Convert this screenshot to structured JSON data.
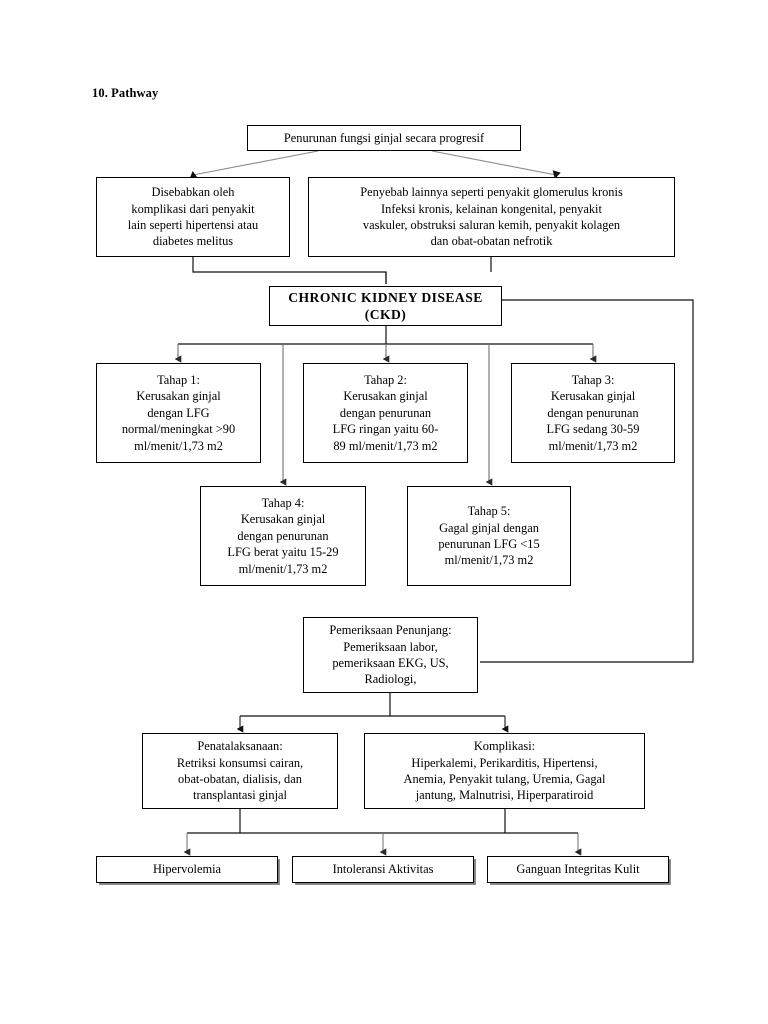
{
  "page": {
    "section_title": "10. Pathway"
  },
  "nodes": {
    "root": {
      "name": "root-cause",
      "lines": [
        "Penurunan fungsi ginjal secara progresif"
      ]
    },
    "cause_a": {
      "name": "cause-comorbid",
      "lines": [
        "Disebabkan oleh",
        "komplikasi dari penyakit",
        "lain seperti hipertensi atau",
        "diabetes melitus"
      ]
    },
    "cause_b": {
      "name": "cause-other",
      "lines": [
        "Penyebab lainnya seperti penyakit glomerulus kronis",
        "Infeksi kronis, kelainan kongenital, penyakit",
        "vaskuler, obstruksi saluran kemih, penyakit kolagen",
        "dan obat-obatan nefrotik"
      ]
    },
    "ckd": {
      "name": "chronic-kidney-disease",
      "lines": [
        "CHRONIC KIDNEY DISEASE",
        "(CKD)"
      ]
    },
    "stage1": {
      "name": "stage-1",
      "lines": [
        "Tahap 1:",
        "Kerusakan ginjal",
        "dengan LFG",
        "normal/meningkat >90",
        "ml/menit/1,73 m2"
      ]
    },
    "stage2": {
      "name": "stage-2",
      "lines": [
        "Tahap 2:",
        "Kerusakan ginjal",
        "dengan penurunan",
        "LFG ringan yaitu 60-",
        "89 ml/menit/1,73 m2"
      ]
    },
    "stage3": {
      "name": "stage-3",
      "lines": [
        "Tahap 3:",
        "Kerusakan ginjal",
        "dengan penurunan",
        "LFG sedang 30-59",
        "ml/menit/1,73 m2"
      ]
    },
    "stage4": {
      "name": "stage-4",
      "lines": [
        "Tahap 4:",
        "Kerusakan ginjal",
        "dengan penurunan",
        "LFG berat yaitu 15-29",
        "ml/menit/1,73 m2"
      ]
    },
    "stage5": {
      "name": "stage-5",
      "lines": [
        "Tahap 5:",
        "Gagal ginjal dengan",
        "penurunan LFG <15",
        "ml/menit/1,73 m2"
      ]
    },
    "exam": {
      "name": "supporting-examination",
      "lines": [
        "Pemeriksaan Penunjang:",
        "Pemeriksaan labor,",
        "pemeriksaan EKG, US,",
        "Radiologi,"
      ]
    },
    "management": {
      "name": "management",
      "lines": [
        "Penatalaksanaan:",
        "Retriksi konsumsi cairan,",
        "obat-obatan, dialisis, dan",
        "transplantasi ginjal"
      ]
    },
    "complications": {
      "name": "complications",
      "lines": [
        "Komplikasi:",
        "Hiperkalemi, Perikarditis, Hipertensi,",
        "Anemia, Penyakit tulang, Uremia, Gagal",
        "jantung, Malnutrisi, Hiperparatiroid"
      ]
    },
    "outcome1": {
      "name": "outcome-hypervolemia",
      "lines": [
        "Hipervolemia"
      ]
    },
    "outcome2": {
      "name": "outcome-activity-intolerance",
      "lines": [
        "Intoleransi Aktivitas"
      ]
    },
    "outcome3": {
      "name": "outcome-skin-integrity",
      "lines": [
        "Ganguan Integritas Kulit"
      ]
    }
  },
  "style": {
    "line_color": "#000000",
    "thin_line_color": "#7a7a7a",
    "box_border": "#000000",
    "background": "#ffffff"
  }
}
